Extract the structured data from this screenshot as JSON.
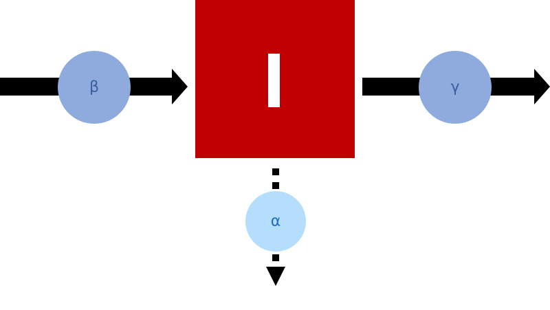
{
  "diagram": {
    "input_node": {
      "label": "β",
      "fill": "#8faadc",
      "text_color": "#3a5f9e"
    },
    "process_block": {
      "fill": "#c00000",
      "symbol_color": "#ffffff"
    },
    "output_node": {
      "label": "γ",
      "fill": "#8faadc",
      "text_color": "#3a5f9e"
    },
    "loss_node": {
      "label": "α",
      "fill": "#b5defd",
      "text_color": "#1f6fbf"
    },
    "arrow_color": "#000000"
  }
}
